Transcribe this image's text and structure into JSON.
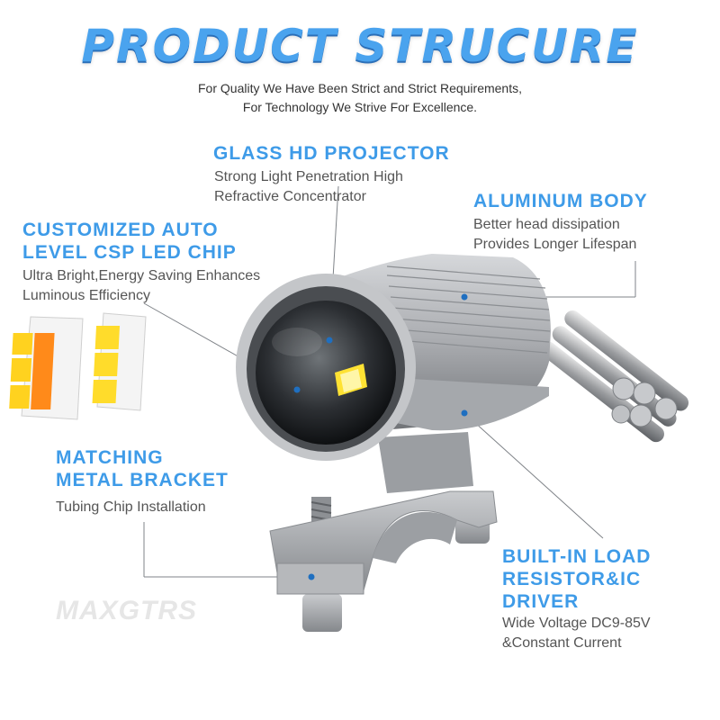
{
  "header": {
    "title": "PRODUCT STRUCURE",
    "subtitle_line1": "For Quality We Have Been Strict and Strict Requirements,",
    "subtitle_line2": "For Technology We Strive For Excellence."
  },
  "features": {
    "glass_projector": {
      "heading": "GLASS HD PROJECTOR",
      "desc_line1": "Strong Light Penetration High",
      "desc_line2": "Refractive Concentrator"
    },
    "aluminum_body": {
      "heading": "ALUMINUM BODY",
      "desc_line1": "Better head dissipation",
      "desc_line2": "Provides Longer Lifespan"
    },
    "led_chip": {
      "heading_line1": "CUSTOMIZED AUTO",
      "heading_line2": "LEVEL CSP LED CHIP",
      "desc_line1": "Ultra Bright,Energy Saving Enhances",
      "desc_line2": "Luminous Efficiency"
    },
    "bracket": {
      "heading_line1": "MATCHING",
      "heading_line2": "METAL BRACKET",
      "desc_line1": "Tubing Chip Installation"
    },
    "driver": {
      "heading_line1": "BUILT-IN LOAD",
      "heading_line2": "RESISTOR&IC",
      "heading_line3": "DRIVER",
      "desc_line1": "Wide Voltage DC9-85V",
      "desc_line2": "&Constant Current"
    }
  },
  "brand": "MAXGTRS",
  "colors": {
    "accent": "#3e9be8",
    "text": "#555555",
    "metal": "#a7a9ad"
  }
}
